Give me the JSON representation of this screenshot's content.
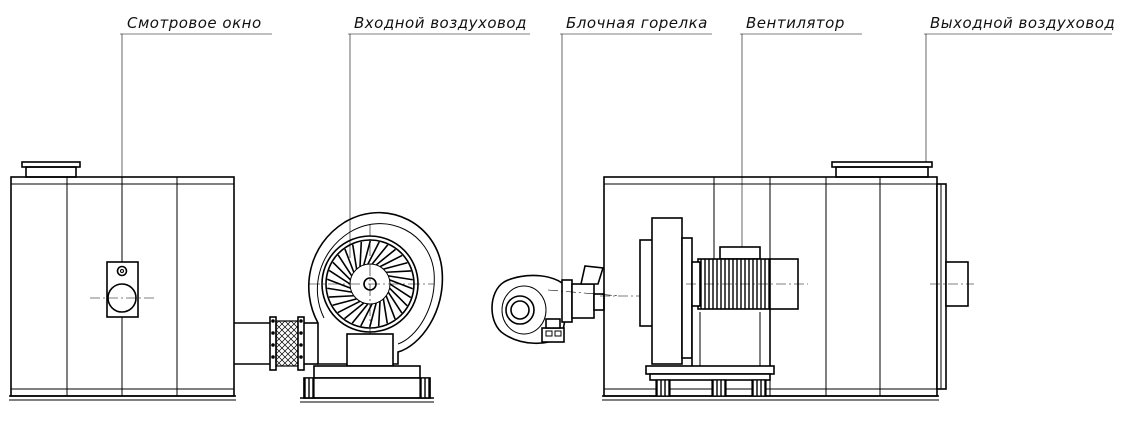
{
  "labels": {
    "viewing_window": "Смотровое окно",
    "inlet_duct": "Входной воздуховод",
    "block_burner": "Блочная горелка",
    "fan": "Вентилятор",
    "outlet_duct": "Выходной воздуховод"
  }
}
